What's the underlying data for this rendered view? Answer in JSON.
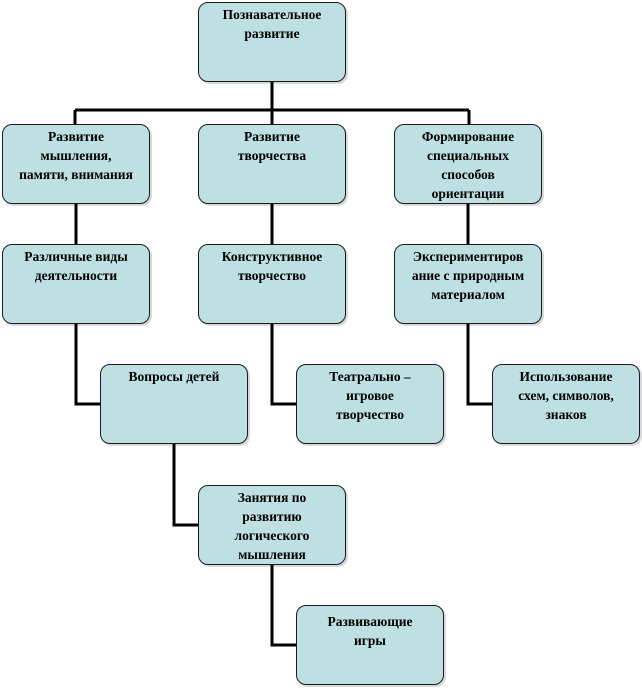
{
  "diagram": {
    "colors": {
      "node_fill": "#bfe0e2",
      "node_border": "#1a1a1a",
      "connector": "#000000"
    },
    "nodes": {
      "root": "Познавательное\nразвитие",
      "thinking": "Развитие\nмышления,\nпамяти, внимания",
      "creativity": "Развитие\nтворчества",
      "orientation": "Формирование\nспециальных\nспособов\nориентации",
      "activities": "Различные виды\nдеятельности",
      "constructive": "Конструктивное\nтворчество",
      "experimenting": "Экспериментиров\nание с природным\nматериалом",
      "questions": "Вопросы детей",
      "theatre": "Театрально –\nигровое\nтворчество",
      "schemes": "Использование\nсхем, символов,\nзнаков",
      "logic_classes": "Занятия по\nразвитию\nлогического\nмышления",
      "games": "Развивающие\nигры"
    }
  }
}
